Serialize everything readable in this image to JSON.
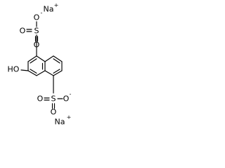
{
  "atoms": {
    "na_top": "Na",
    "na_top_charge": "+",
    "o_minus_top": "O",
    "o_minus_top_charge": "-",
    "s_top": "S",
    "o_top_left": "O",
    "o_top_lower": "O",
    "hydroxyl": "HO",
    "s_bottom": "S",
    "o_bottom_left": "O",
    "o_bottom_lower": "O",
    "o_minus_bottom": "O",
    "o_minus_bottom_charge": "-",
    "na_bottom": "Na",
    "na_bottom_charge": "+"
  },
  "colors": {
    "ink": "#000000",
    "background": "#ffffff"
  }
}
